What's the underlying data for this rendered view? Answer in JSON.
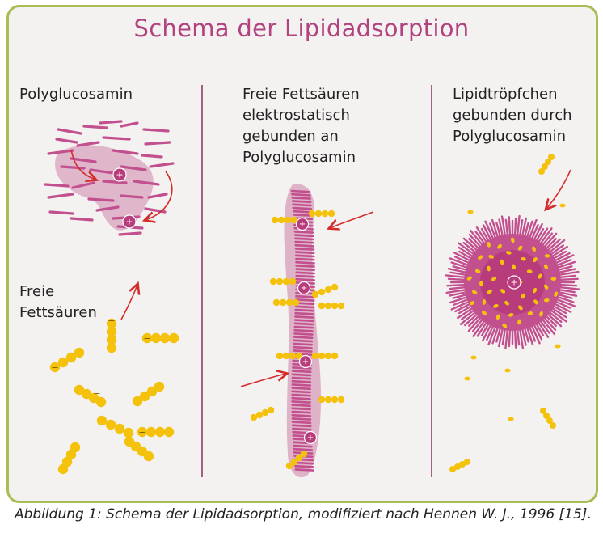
{
  "title": "Schema der Lipidadsorption",
  "panels": {
    "left_top": "Polyglucosamin",
    "left_bottom_line1": "Freie",
    "left_bottom_line2": "Fettsäuren",
    "middle_line1": "Freie Fettsäuren",
    "middle_line2": "elektrostatisch",
    "middle_line3": "gebunden an",
    "middle_line4": "Polyglucosamin",
    "right_line1": "Lipidtröpfchen",
    "right_line2": "gebunden durch",
    "right_line3": "Polyglucosamin"
  },
  "symbols": {
    "plus": "+",
    "minus": "−"
  },
  "caption": "Abbildung 1: Schema der Lipidadsorption, modifiziert nach Hennen W. J., 1996 [15].",
  "colors": {
    "frame_border": "#a9bd56",
    "background": "#f4f2f1",
    "title": "#b2437f",
    "polymer": "#c2508f",
    "polymer_halo": "#d9a2bd",
    "fatty_acid": "#f4c20d",
    "arrow": "#d42b2b",
    "divider": "#8b3d6a"
  },
  "icons": [
    "plus-charge-icon",
    "minus-charge-icon",
    "arrow-icon"
  ]
}
